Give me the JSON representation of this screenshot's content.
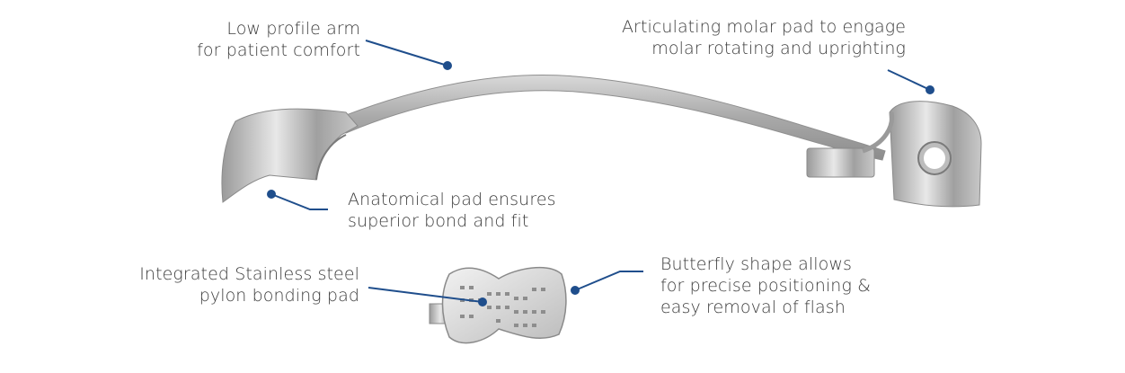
{
  "callouts": [
    {
      "id": "low-profile-arm",
      "lines": [
        "Low profile arm",
        "for patient comfort"
      ]
    },
    {
      "id": "articulating-molar-pad",
      "lines": [
        "Articulating molar pad to engage",
        "molar rotating and uprighting"
      ]
    },
    {
      "id": "anatomical-pad",
      "lines": [
        "Anatomical pad ensures",
        "superior bond and fit"
      ]
    },
    {
      "id": "integrated-pad",
      "lines": [
        "Integrated Stainless steel",
        "pylon bonding pad"
      ]
    },
    {
      "id": "butterfly-shape",
      "lines": [
        "Butterfly shape allows",
        "for precise positioning &",
        "easy removal of flash"
      ]
    }
  ],
  "colors": {
    "leader": "#1f4e8c",
    "text": "#3c3c3c",
    "metal": "#b8b8b8"
  }
}
